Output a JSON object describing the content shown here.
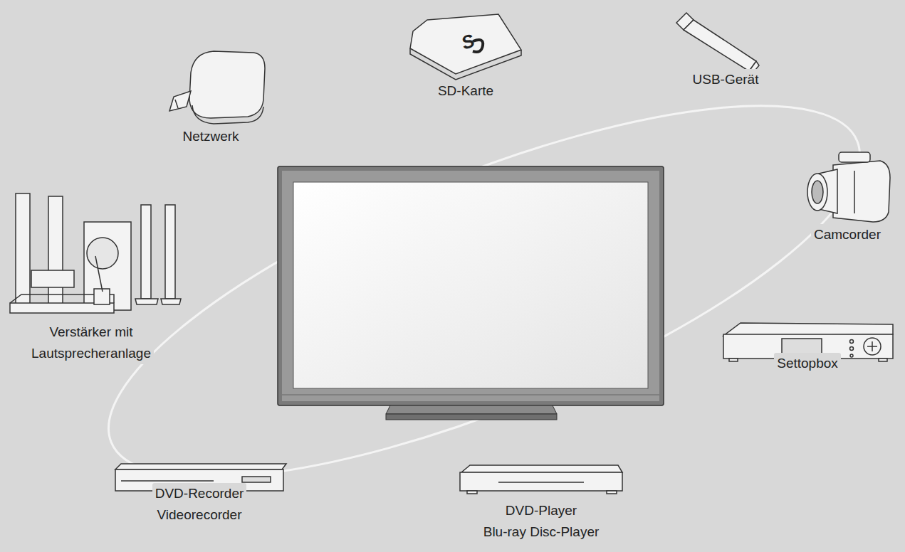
{
  "diagram": {
    "labels": [
      "Netzwerk",
      "SD-Karte",
      "USB-Gerät",
      "Verstärker mit Lautsprecheranlage",
      "Camcorder",
      "Settopbox",
      "DVD-Recorder Videorecorder",
      "DVD-Player Blu-ray Disc-Player"
    ]
  }
}
